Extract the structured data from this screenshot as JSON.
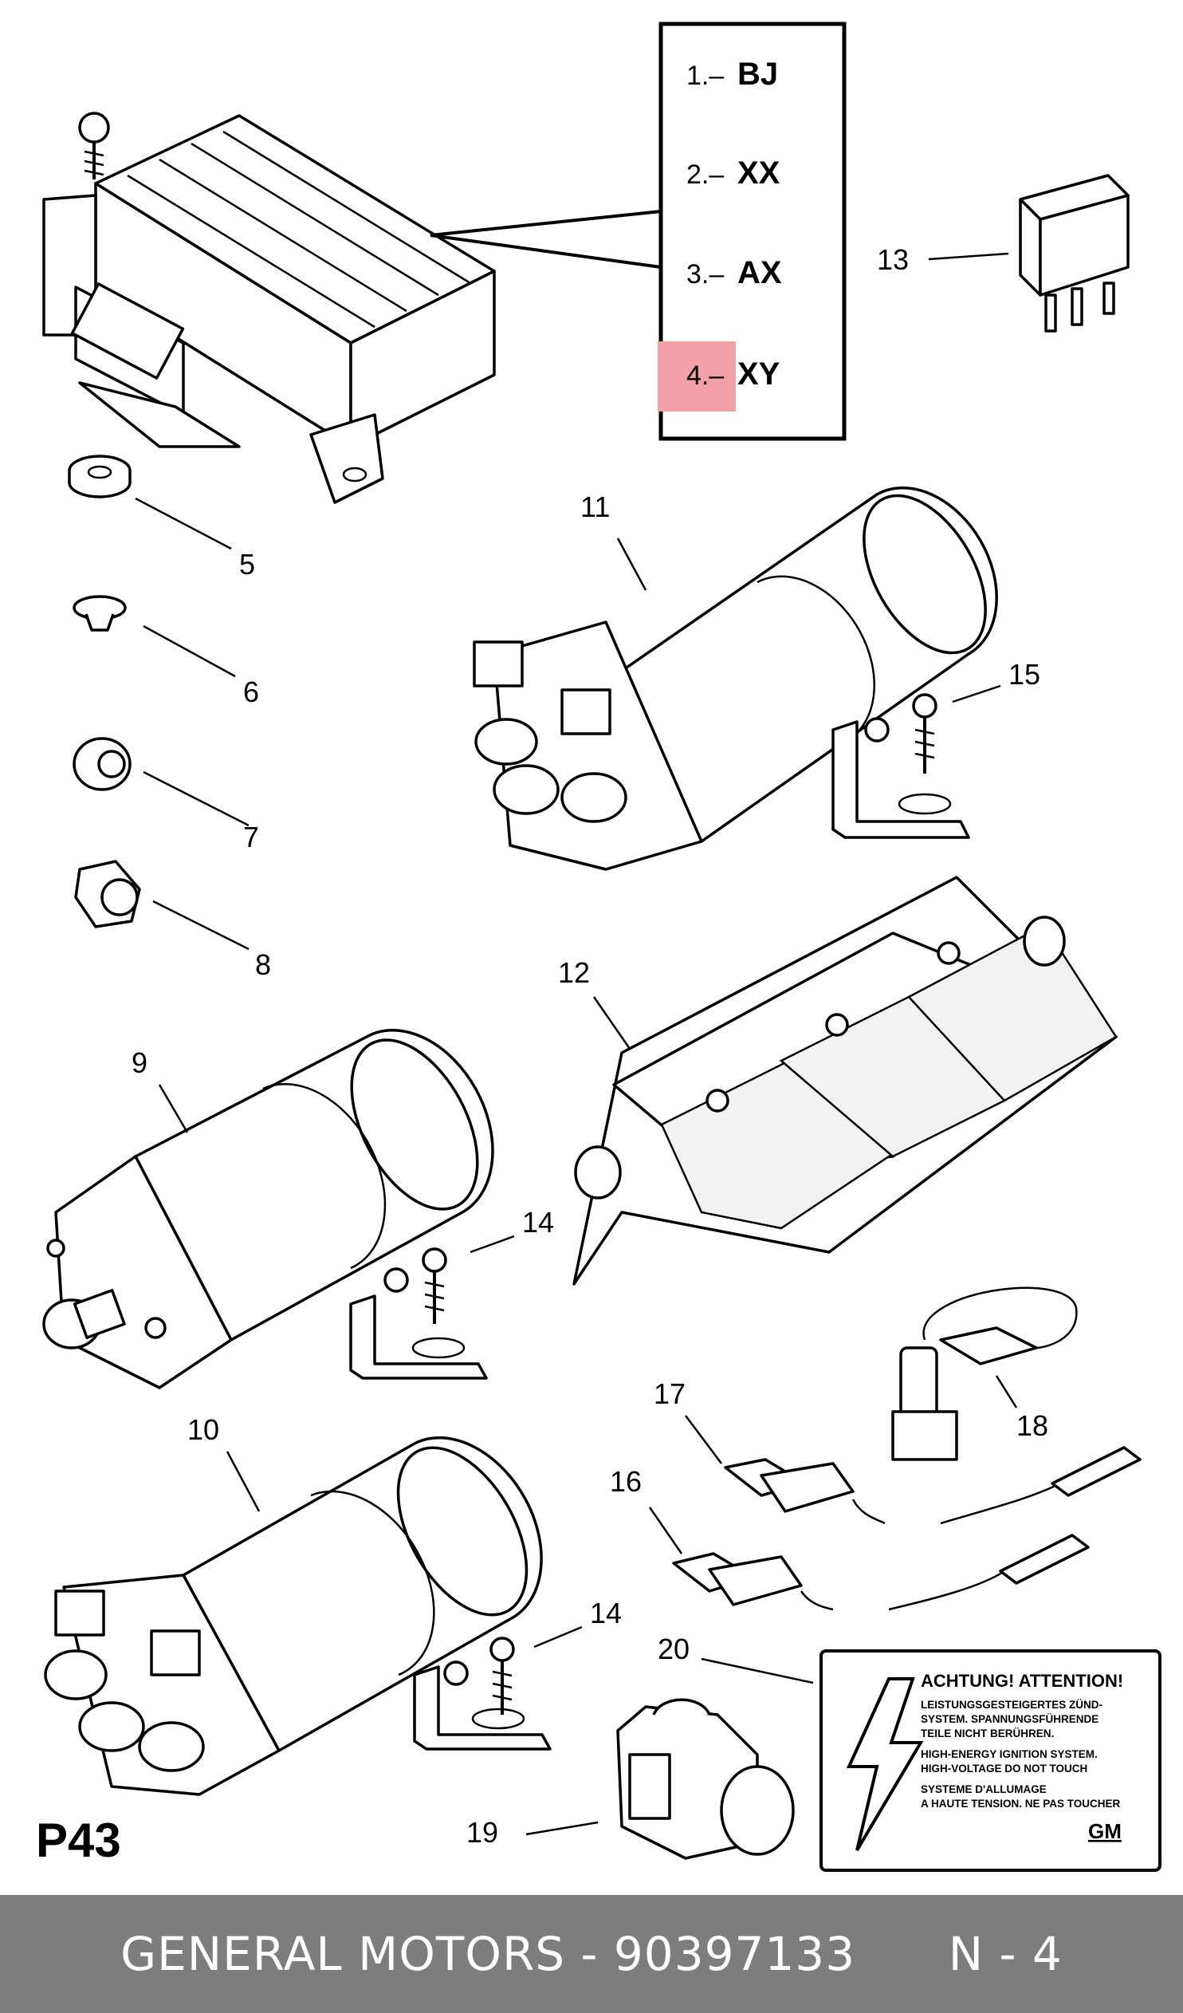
{
  "page_code": "P43",
  "variant_table": {
    "rows": [
      {
        "num": "1.–",
        "code": "BJ",
        "highlighted": false
      },
      {
        "num": "2.–",
        "code": "XX",
        "highlighted": false
      },
      {
        "num": "3.–",
        "code": "AX",
        "highlighted": false
      },
      {
        "num": "4.–",
        "code": "XY",
        "highlighted": true
      }
    ],
    "highlight_color": "#f4a0a8"
  },
  "callouts": [
    "5",
    "6",
    "7",
    "8",
    "9",
    "10",
    "11",
    "12",
    "13",
    "14",
    "14",
    "15",
    "16",
    "17",
    "18",
    "19",
    "20"
  ],
  "warning_label": {
    "title": "ACHTUNG! ATTENTION!",
    "lines": [
      "LEISTUNGSGESTEIGERTES ZÜND-",
      "SYSTEM. SPANNUNGSFÜHRENDE",
      "TEILE NICHT BERÜHREN.",
      "HIGH-ENERGY IGNITION SYSTEM.",
      "HIGH-VOLTAGE DO NOT TOUCH",
      "SYSTEME D'ALLUMAGE",
      "A HAUTE TENSION. NE PAS TOUCHER"
    ],
    "brand": "GM"
  },
  "footer": {
    "brand": "GENERAL MOTORS",
    "separator": " - ",
    "part_number": "90397133",
    "page": "N - 4"
  }
}
